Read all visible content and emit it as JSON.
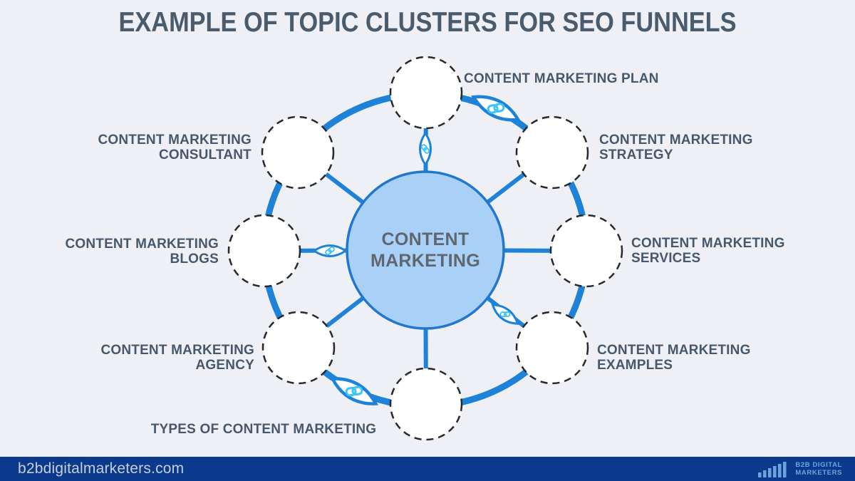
{
  "title": "EXAMPLE OF TOPIC CLUSTERS FOR SEO FUNNELS",
  "hub": {
    "label": "CONTENT\nMARKETING"
  },
  "clusters": [
    {
      "label": "CONTENT MARKETING PLAN"
    },
    {
      "label": "CONTENT MARKETING\nSTRATEGY"
    },
    {
      "label": "CONTENT MARKETING\nSERVICES"
    },
    {
      "label": "CONTENT MARKETING\nEXAMPLES"
    },
    {
      "label": "TYPES OF CONTENT MARKETING"
    },
    {
      "label": "CONTENT MARKETING\nAGENCY"
    },
    {
      "label": "CONTENT MARKETING\nBLOGS"
    },
    {
      "label": "CONTENT MARKETING\nCONSULTANT"
    }
  ],
  "icons": {
    "link": "chain-link-icon",
    "logo": "bar-chart-icon"
  },
  "footer": {
    "website": "b2bdigitalmarketers.com",
    "logo_line1": "B2B DIGITAL",
    "logo_line2": "MARKETERS"
  },
  "colors": {
    "background": "#eef0f5",
    "accent_blue": "#1e82d9",
    "hub_fill": "#a9d1f7",
    "chain_blue": "#3cc4f2",
    "label_text": "#47586d",
    "hub_text": "#5f6670",
    "footer_bg": "#0b3a8d",
    "footer_text": "#c6cedd",
    "logo_blue": "#6aa4dd"
  }
}
